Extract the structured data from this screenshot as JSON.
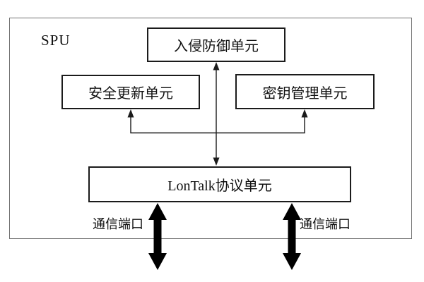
{
  "diagram": {
    "frame_label": "SPU",
    "units": [
      {
        "id": "intrusion-prevention-unit",
        "label": "入侵防御单元"
      },
      {
        "id": "security-update-unit",
        "label": "安全更新单元"
      },
      {
        "id": "key-management-unit",
        "label": "密钥管理单元"
      },
      {
        "id": "lontalk-protocol-unit",
        "label": "LonTalk协议单元"
      }
    ],
    "ports": {
      "left_label": "通信端口",
      "right_label": "通信端口"
    },
    "connections": [
      {
        "from": "lontalk-protocol-unit",
        "to": "intrusion-prevention-unit",
        "type": "double-arrow"
      },
      {
        "from": "lontalk-protocol-unit",
        "to": "security-update-unit",
        "type": "arrow"
      },
      {
        "from": "lontalk-protocol-unit",
        "to": "key-management-unit",
        "type": "arrow"
      },
      {
        "from": "lontalk-protocol-unit",
        "to": "external-left-port",
        "type": "thick-double-arrow"
      },
      {
        "from": "lontalk-protocol-unit",
        "to": "external-right-port",
        "type": "thick-double-arrow"
      }
    ],
    "colors": {
      "background": "#ffffff",
      "frame_border": "#6f6f6f",
      "box_border": "#1b1b1b",
      "line": "#1b1b1b",
      "thick_arrow": "#000000",
      "text": "#111111"
    }
  }
}
